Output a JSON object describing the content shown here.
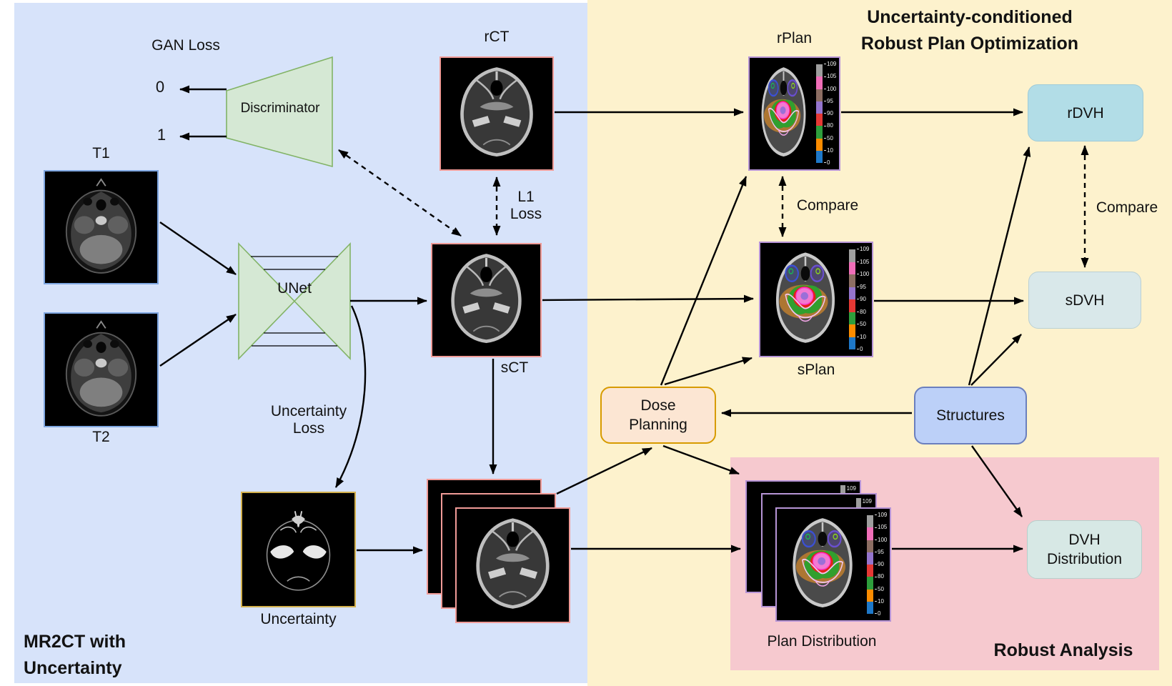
{
  "titles": {
    "mr2ct_line1": "MR2CT with",
    "mr2ct_line2": "Uncertainty",
    "opt_line1": "Uncertainty-conditioned",
    "opt_line2": "Robust Plan Optimization",
    "analysis": "Robust Analysis"
  },
  "labels": {
    "gan_loss": "GAN Loss",
    "zero": "0",
    "one": "1",
    "discriminator": "Discriminator",
    "unet": "UNet",
    "t1": "T1",
    "t2": "T2",
    "rct": "rCT",
    "sct": "sCT",
    "l1_line1": "L1",
    "l1_line2": "Loss",
    "unc_loss_line1": "Uncertainty",
    "unc_loss_line2": "Loss",
    "uncertainty": "Uncertainty",
    "rplan": "rPlan",
    "splan": "sPlan",
    "compare_plan": "Compare",
    "compare_dvh": "Compare",
    "dose_line1": "Dose",
    "dose_line2": "Planning",
    "structures": "Structures",
    "rdvh": "rDVH",
    "sdvh": "sDVH",
    "dvh_line1": "DVH",
    "dvh_line2": "Distribution",
    "plan_distribution": "Plan Distribution"
  },
  "colorbar": {
    "ticks": [
      "109",
      "105",
      "100",
      "95",
      "90",
      "80",
      "50",
      "10",
      "0"
    ],
    "colors": [
      "#9e9e9e",
      "#f06eb8",
      "#8d6e63",
      "#9575cd",
      "#e53935",
      "#2e9e3c",
      "#fb8c00",
      "#1e78c8"
    ]
  },
  "colors": {
    "blue_panel": "#d7e3fa",
    "yellow_panel": "#fdf2cd",
    "pink_panel": "#f6c9cf",
    "green_fill": "#d5e8d4",
    "green_stroke": "#82b366",
    "dose_fill": "#fce6d3",
    "dose_stroke": "#d79b00",
    "structures_fill": "#bcd0f8",
    "rdvh_fill": "#b2dde7",
    "sdvh_fill": "#d9e8ea",
    "dvh_fill": "#d7e8e5",
    "mri_border": "#7ea6e0",
    "ct_border": "#f09b97",
    "plan_border": "#b694d6",
    "uncertainty_border": "#d3b04c"
  }
}
